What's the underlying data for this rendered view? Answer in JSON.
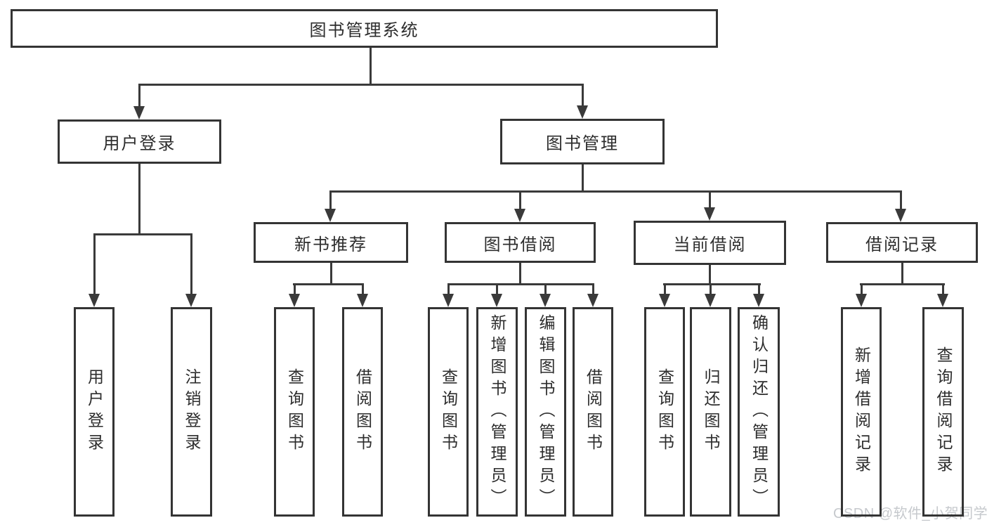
{
  "diagram": {
    "type": "hierarchy-flowchart",
    "title": "图书管理系统",
    "watermark": "CSDN @软件_小贺同学",
    "palette": {
      "background": "#ffffff",
      "line": "#3a3a3a",
      "box_border": "#343434",
      "text": "#2d2d2d",
      "watermark_text": "#c6c9cd"
    },
    "nodes": {
      "root": {
        "label": "图书管理系统"
      },
      "level2": [
        {
          "label": "用户登录"
        },
        {
          "label": "图书管理"
        }
      ],
      "level3": [
        {
          "label": "新书推荐"
        },
        {
          "label": "图书借阅"
        },
        {
          "label": "当前借阅"
        },
        {
          "label": "借阅记录"
        }
      ],
      "leaves": {
        "user_login": [
          {
            "label": "用户登录"
          },
          {
            "label": "注销登录"
          }
        ],
        "new_book": [
          {
            "label": "查询图书"
          },
          {
            "label": "借阅图书"
          }
        ],
        "book_borrow": [
          {
            "label": "查询图书"
          },
          {
            "label": "新增图书（管理员）"
          },
          {
            "label": "编辑图书（管理员）"
          },
          {
            "label": "借阅图书"
          }
        ],
        "current_borrow": [
          {
            "label": "查询图书"
          },
          {
            "label": "归还图书"
          },
          {
            "label": "确认归还（管理员）"
          }
        ],
        "borrow_record": [
          {
            "label": "新增借阅记录"
          },
          {
            "label": "查询借阅记录"
          }
        ]
      }
    }
  }
}
